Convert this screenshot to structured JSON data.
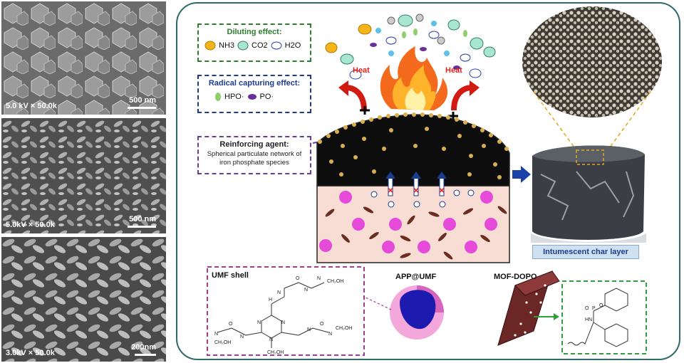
{
  "sem_images": [
    {
      "label": "5.0 kV × 50.0k",
      "scale": "500 nm"
    },
    {
      "label": "5.0kV × 50.0k",
      "scale": "500 nm"
    },
    {
      "label": "3.0kV × 50.0k",
      "scale": "200nm"
    }
  ],
  "diluting": {
    "title": "Diluting effect:",
    "items": [
      "NH3",
      "CO2",
      "H2O"
    ],
    "color": "#2f7d2f"
  },
  "radical": {
    "title": "Radical capturing effect:",
    "items": [
      "HPO·",
      "PO·"
    ],
    "color": "#1f3a93"
  },
  "reinforcing": {
    "title": "Reinforcing agent:",
    "text": "Spherical particulate network of iron phosphate species",
    "color": "#6a3d9a"
  },
  "heat_labels": [
    "Heat",
    "Heat"
  ],
  "char_label": "Intumescent char layer",
  "umf_shell": {
    "title": "UMF shell",
    "color": "#a33c8f"
  },
  "app_umf_label": "APP@UMF",
  "mof_dopo_label": "MOF-DOPO"
}
